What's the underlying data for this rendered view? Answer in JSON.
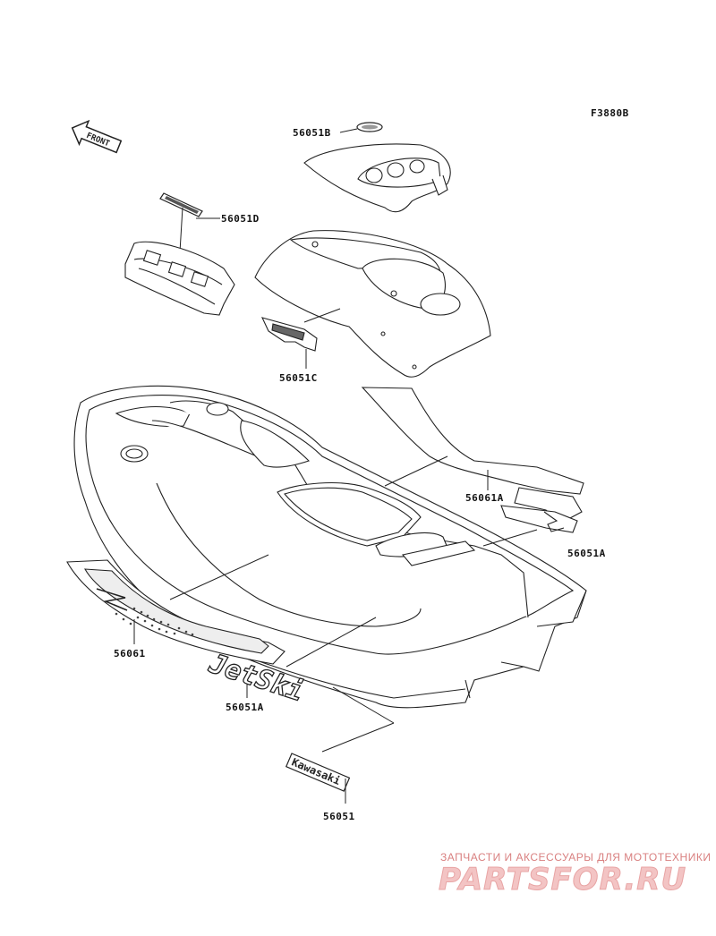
{
  "diagram_code": "F3880B",
  "front_arrow_label": "FRONT",
  "parts": {
    "p56051B": "56051B",
    "p56051D": "56051D",
    "p56051C": "56051C",
    "p56061A": "56061A",
    "p56051A_right": "56051A",
    "p56061": "56061",
    "p56051A_bottom": "56051A",
    "p56051": "56051"
  },
  "decal_text": {
    "jetski": "JetSki",
    "kawasaki": "Kawasaki"
  },
  "watermark": {
    "tagline": "ЗАПЧАСТИ И АКСЕССУАРЫ ДЛЯ МОТОТЕХНИКИ",
    "brand": "PARTSFOR.RU"
  },
  "colors": {
    "line": "#222222",
    "watermark_text": "#d98080",
    "watermark_logo": "#f3c4c4"
  }
}
